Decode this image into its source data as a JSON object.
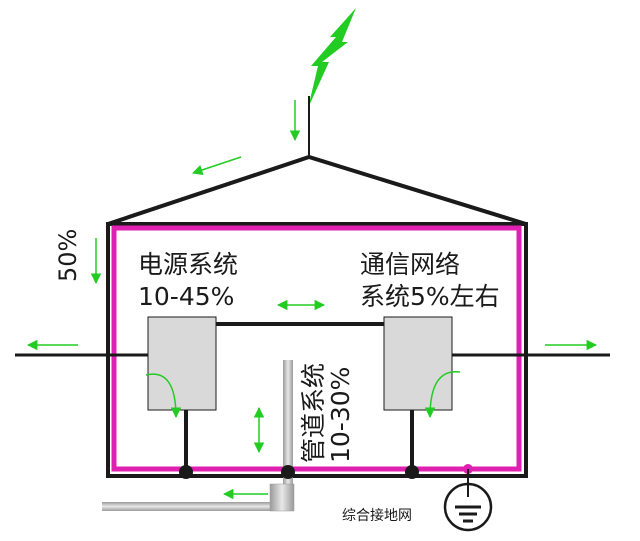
{
  "labels": {
    "lightning_share": "50%",
    "power_name": "电源系统",
    "power_share": "10-45%",
    "comm_name_1": "通信网络",
    "comm_name_2": "系统5%左右",
    "pipe_name": "管道系统",
    "pipe_share": "10-30%",
    "ground_name": "综合接地网"
  },
  "colors": {
    "lightning": "#22cc22",
    "arrow": "#22cc22",
    "shield": "#e020b0",
    "wire": "#1a1a1a",
    "equipment_fill": "#d9d9d9",
    "pipe": "#b8b8b8"
  },
  "icons": {
    "lightning": "lightning-bolt-icon",
    "ground": "ground-symbol-icon"
  }
}
